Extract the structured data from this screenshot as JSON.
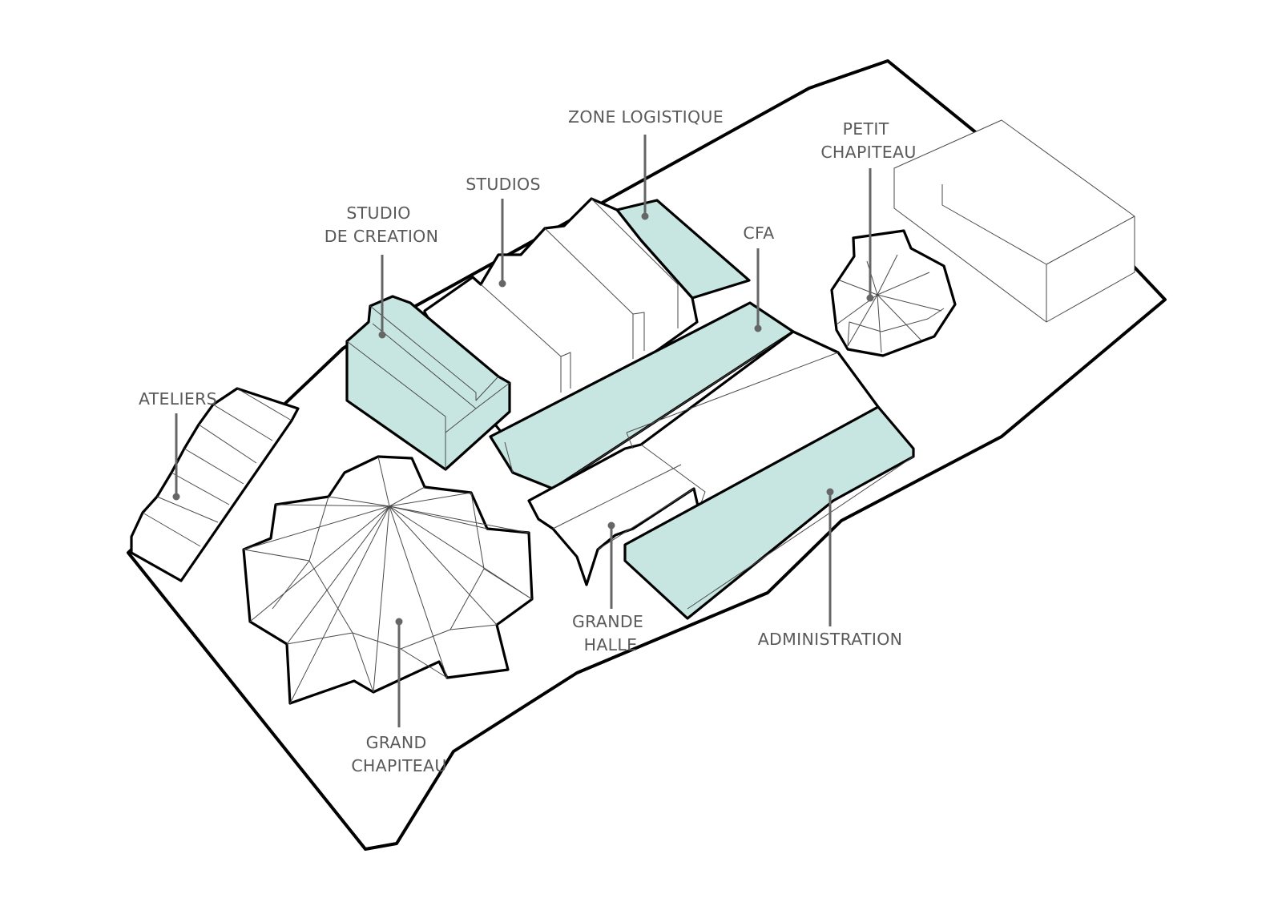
{
  "colors": {
    "highlight": "#c8e6e1",
    "outline": "#000000",
    "label": "#5a5a5a",
    "leader": "#666666"
  },
  "labels": {
    "zone_logistique": [
      "ZONE LOGISTIQUE"
    ],
    "petit_chapiteau": [
      "PETIT",
      "CHAPITEAU"
    ],
    "studios": [
      "STUDIOS"
    ],
    "studio_creation": [
      "STUDIO",
      "DE CREATION"
    ],
    "cfa": [
      "CFA"
    ],
    "ateliers": [
      "ATELIERS"
    ],
    "grande_halle": [
      "GRANDE",
      "HALLE"
    ],
    "administration": [
      "ADMINISTRATION"
    ],
    "grand_chapiteau": [
      "GRAND",
      "CHAPITEAU"
    ]
  }
}
